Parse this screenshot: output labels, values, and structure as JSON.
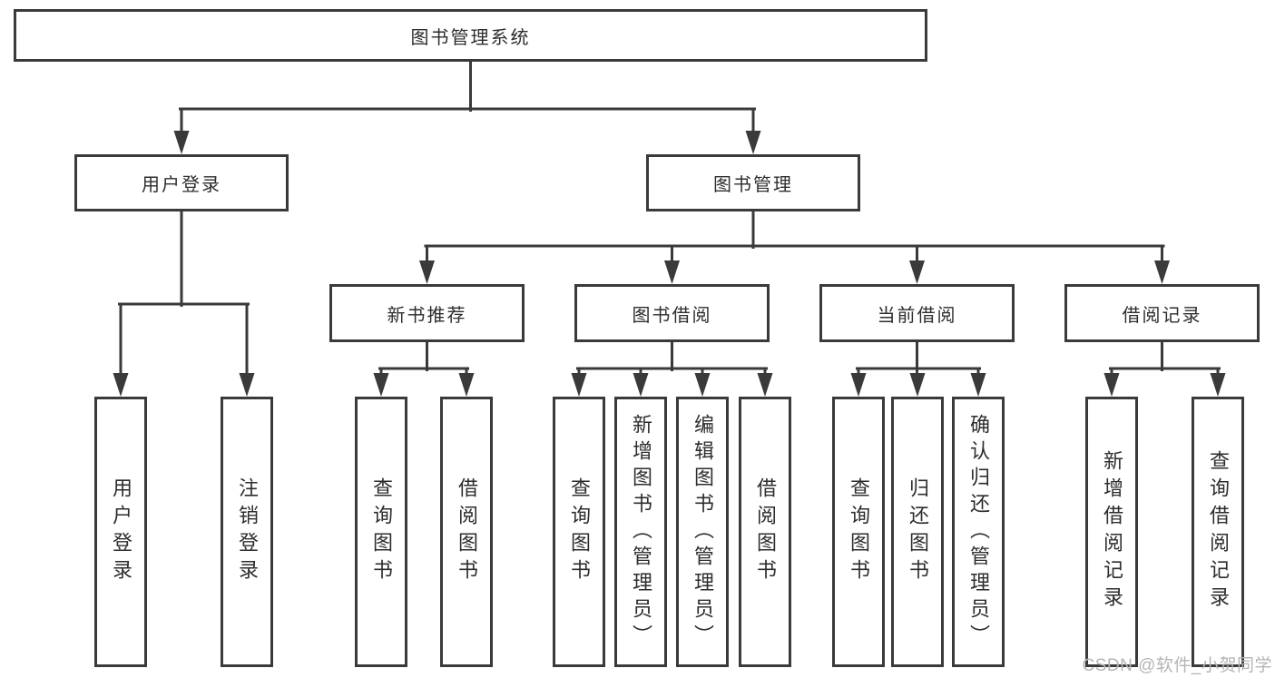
{
  "colors": {
    "line": "#3a3a3a",
    "box_border": "#3a3a3a",
    "box_fill": "#ffffff",
    "text": "#2d2d2d",
    "watermark": "#b5b5b5",
    "background": "#ffffff"
  },
  "watermark": {
    "text": "CSDN @软件_小贺同学"
  },
  "tree": {
    "root": {
      "label": "图书管理系统",
      "children": [
        {
          "label": "用户登录",
          "children": [
            {
              "label": "用户登录"
            },
            {
              "label": "注销登录"
            }
          ]
        },
        {
          "label": "图书管理",
          "children": [
            {
              "label": "新书推荐",
              "children": [
                {
                  "label": "查询图书"
                },
                {
                  "label": "借阅图书"
                }
              ]
            },
            {
              "label": "图书借阅",
              "children": [
                {
                  "label": "查询图书"
                },
                {
                  "label": "新增图书（管理员）"
                },
                {
                  "label": "编辑图书（管理员）"
                },
                {
                  "label": "借阅图书"
                }
              ]
            },
            {
              "label": "当前借阅",
              "children": [
                {
                  "label": "查询图书"
                },
                {
                  "label": "归还图书"
                },
                {
                  "label": "确认归还（管理员）"
                }
              ]
            },
            {
              "label": "借阅记录",
              "children": [
                {
                  "label": "新增借阅记录"
                },
                {
                  "label": "查询借阅记录"
                }
              ]
            }
          ]
        }
      ]
    }
  }
}
